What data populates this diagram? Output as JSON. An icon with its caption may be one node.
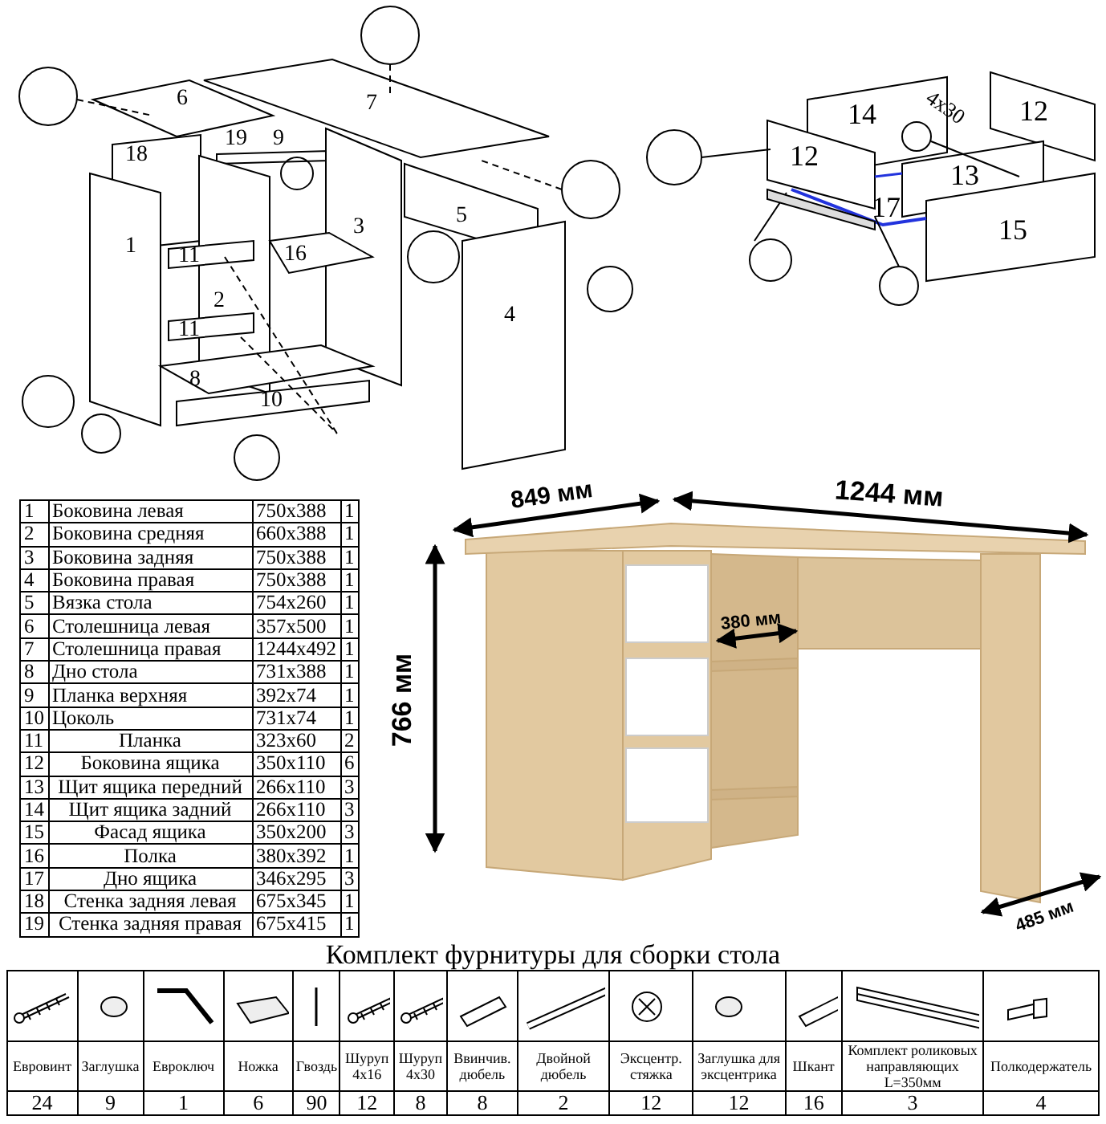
{
  "diagram": {
    "title": "Комплект фурнитуры для сборки стола",
    "labels": [
      "6",
      "7",
      "18",
      "19",
      "9",
      "3",
      "5",
      "1",
      "11",
      "16",
      "4",
      "2",
      "11",
      "8",
      "10",
      "14",
      "12",
      "4x30",
      "12",
      "13",
      "17",
      "15",
      "849 мм",
      "1244 мм",
      "766 мм",
      "380 мм",
      "485 мм",
      "1",
      "Боковина левая",
      "750x388",
      "1",
      "2",
      "Боковина средняя",
      "660x388",
      "1",
      "3",
      "Боковина задняя",
      "750x388",
      "1",
      "4",
      "Боковина правая",
      "750x388",
      "1",
      "5",
      "Вязка стола",
      "754x260",
      "1",
      "6",
      "Столешница левая",
      "357x500",
      "1",
      "7",
      "Столешница правая",
      "1244x492",
      "1",
      "8",
      "Дно стола",
      "731x388",
      "1",
      "9",
      "Планка верхняя",
      "392x74",
      "1",
      "10",
      "Цоколь",
      "731x74",
      "1",
      "11",
      "Планка",
      "323x60",
      "2",
      "12",
      "Боковина ящика",
      "350x110",
      "6",
      "13",
      "Щит ящика передний",
      "266x110",
      "3",
      "14",
      "Щит ящика задний",
      "266x110",
      "3",
      "15",
      "Фасад ящика",
      "350x200",
      "3",
      "16",
      "Полка",
      "380x392",
      "1",
      "17",
      "Дно ящика",
      "346x295",
      "3",
      "18",
      "Стенка задняя левая",
      "675x345",
      "1",
      "19",
      "Стенка задняя правая",
      "675x415",
      "1",
      "Евровинт",
      "Заглушка",
      "Евроключ",
      "Ножка",
      "Гвоздь",
      "Шуруп 4x16",
      "Шуруп 4x30",
      "Ввинчив. дюбель",
      "Двойной дюбель",
      "Эксцентр. стяжка",
      "Заглушка для эксцентрика",
      "Шкант",
      "Комплект роликовых направляющих L=350мм",
      "Полкодержатель",
      "24",
      "9",
      "1",
      "6",
      "90",
      "12",
      "8",
      "8",
      "2",
      "12",
      "12",
      "16",
      "3",
      "4"
    ]
  }
}
